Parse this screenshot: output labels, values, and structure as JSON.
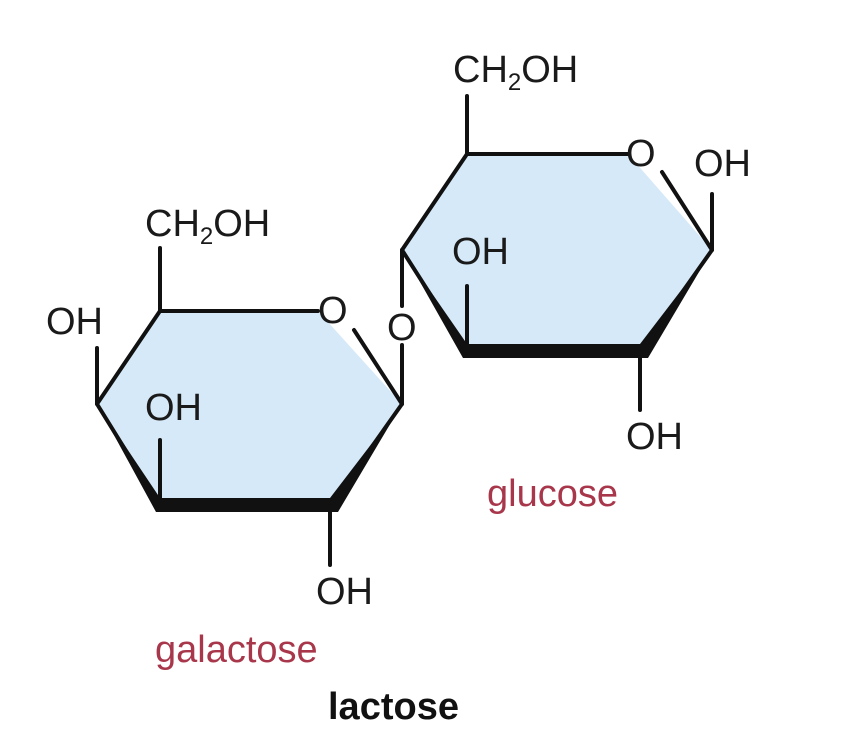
{
  "colors": {
    "ring_fill": "#d6e9f8",
    "bond": "#111111",
    "sugar_name": "#a8374b",
    "background": "#ffffff"
  },
  "galactose": {
    "name": "galactose",
    "ch2oh_main": "CH",
    "ch2oh_sub": "2",
    "ch2oh_end": "OH",
    "ring_oxygen": "O",
    "oh_left": "OH",
    "oh_inner": "OH",
    "oh_bottom": "OH"
  },
  "glucose": {
    "name": "glucose",
    "ch2oh_main": "CH",
    "ch2oh_sub": "2",
    "ch2oh_end": "OH",
    "ring_oxygen": "O",
    "oh_right": "OH",
    "oh_inner": "OH",
    "oh_bottom": "OH"
  },
  "glycosidic_oxygen": "O",
  "title": "lactose"
}
